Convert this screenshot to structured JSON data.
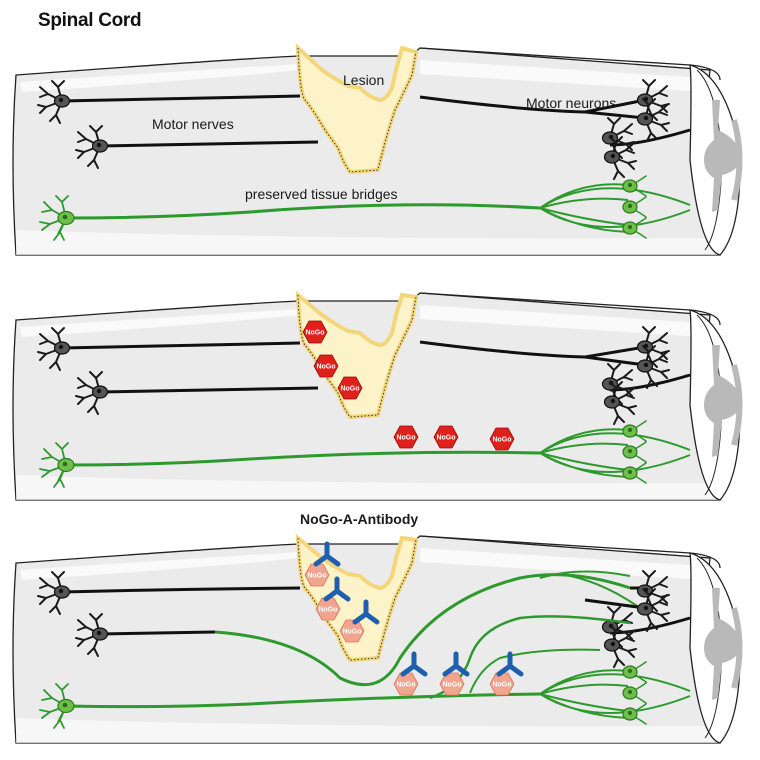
{
  "title": "Spinal Cord",
  "panel1": {
    "lesion_label": "Lesion",
    "motor_nerves_label": "Motor nerves",
    "motor_neurons_label": "Motor neurons",
    "tissue_bridges_label": "preserved tissue bridges"
  },
  "nogo_label": "NoGo",
  "antibody_label": "NoGo-A-Antibody",
  "colors": {
    "cord_fill": "#ebebeb",
    "lesion_fill": "#fdf3c8",
    "lesion_edge": "#f4d67a",
    "green_neuron": "#2e9a2e",
    "black_neuron": "#333333",
    "nogo_red": "#e0201a",
    "nogo_pale": "#f2a58e",
    "antibody_blue": "#1f5fb0"
  },
  "icons": [
    "neuron-icon",
    "nogo-hexagon-icon",
    "antibody-icon"
  ]
}
